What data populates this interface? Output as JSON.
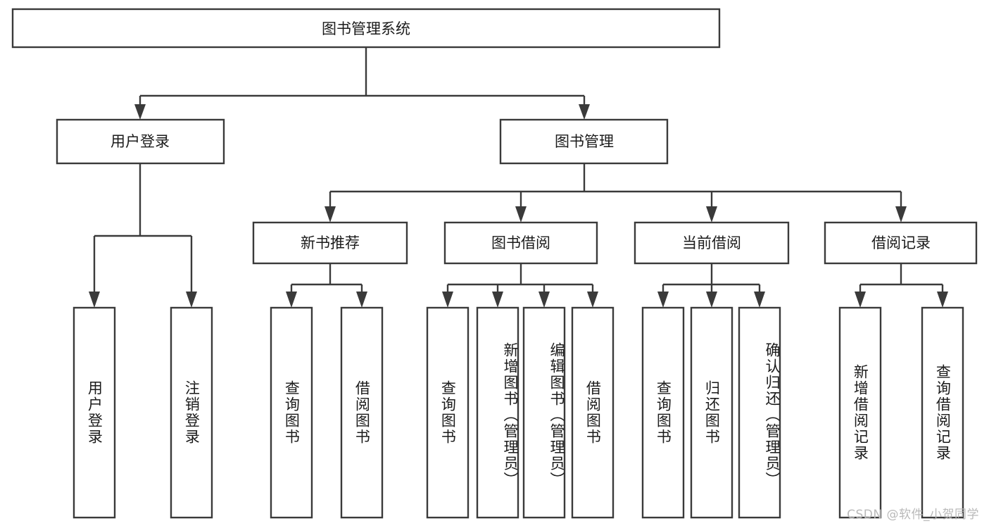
{
  "diagram": {
    "type": "tree",
    "title": "图书管理系统",
    "watermark": "CSDN @软件_小贺同学",
    "colors": {
      "stroke": "#3a3a3a",
      "fill": "#ffffff",
      "text": "#1b1b1b",
      "watermark": "#b9b9b9"
    },
    "levels": {
      "root": {
        "label": "图书管理系统"
      },
      "level2": [
        {
          "label": "用户登录"
        },
        {
          "label": "图书管理"
        }
      ],
      "level3": [
        {
          "label": "新书推荐"
        },
        {
          "label": "图书借阅"
        },
        {
          "label": "当前借阅"
        },
        {
          "label": "借阅记录"
        }
      ]
    },
    "leaves": {
      "user_login": [
        {
          "label": "用户登录"
        },
        {
          "label": "注销登录"
        }
      ],
      "new_book_recommend": [
        {
          "label": "查询图书"
        },
        {
          "label": "借阅图书"
        }
      ],
      "book_borrow": [
        {
          "label": "查询图书"
        },
        {
          "label": "新增图书（管理员）"
        },
        {
          "label": "编辑图书（管理员）"
        },
        {
          "label": "借阅图书"
        }
      ],
      "current_borrow": [
        {
          "label": "查询图书"
        },
        {
          "label": "归还图书"
        },
        {
          "label": "确认归还（管理员）"
        }
      ],
      "borrow_record": [
        {
          "label": "新增借阅记录"
        },
        {
          "label": "查询借阅记录"
        }
      ]
    }
  }
}
